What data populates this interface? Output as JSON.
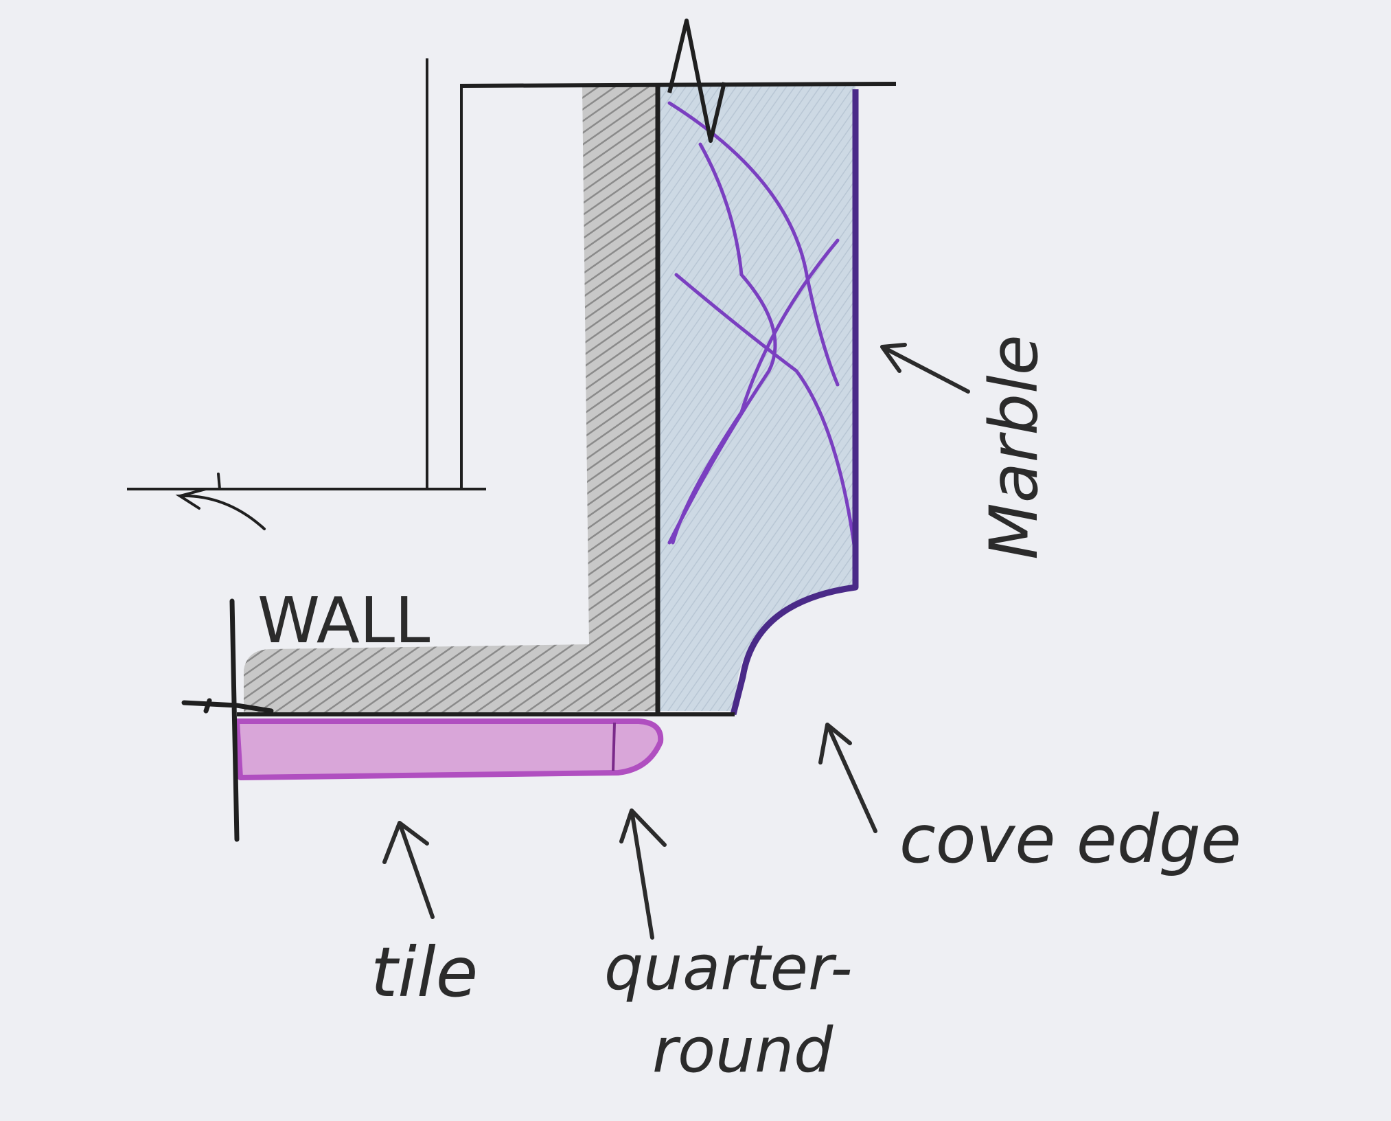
{
  "labels": {
    "wall": "WALL",
    "marble": "Marble",
    "tile": "tile",
    "quarter_round_line1": "quarter-",
    "quarter_round_line2": "round",
    "cove_edge": "cove edge"
  },
  "colors": {
    "paper": "#eeeff3",
    "ink": "#1f1f1f",
    "graphite_hatch": "#9a9a9a",
    "marble_fill": "#c9d7e2",
    "marble_vein": "#7a3fc0",
    "tile_fill": "#d9a6d9",
    "tile_outline": "#b04fc0"
  }
}
